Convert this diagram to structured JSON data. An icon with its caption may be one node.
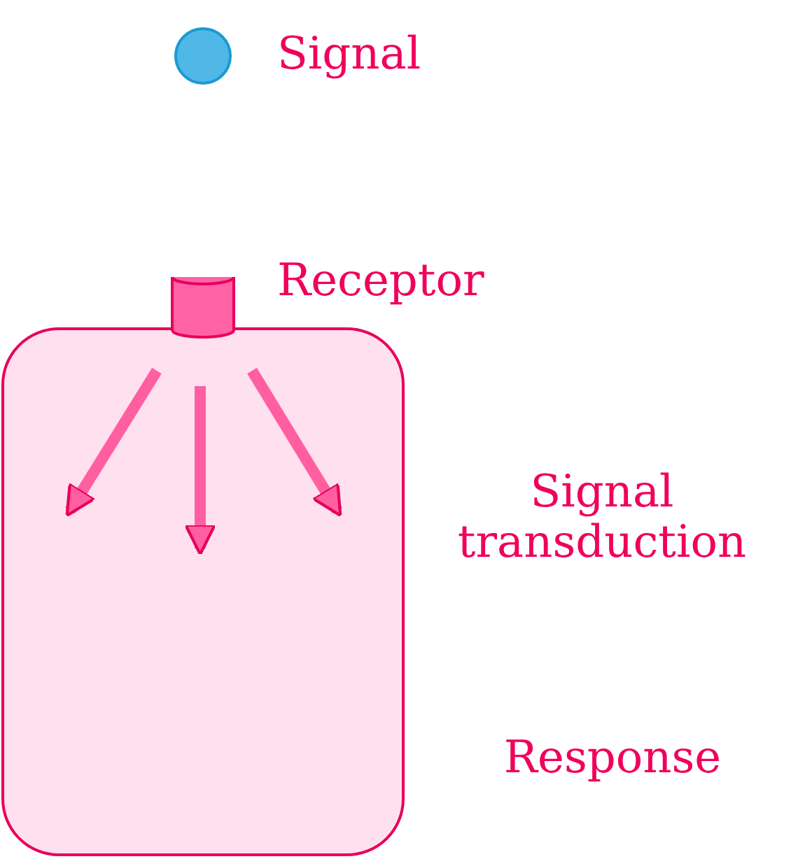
{
  "diagram": {
    "nodes": [
      {
        "text": [],
        "shape": "circle",
        "beside": [
          "Signal"
        ]
      },
      {
        "text": [],
        "shape": "cylinder",
        "beside": [
          "Receptor"
        ]
      },
      {
        "text": [],
        "shape": "box"
      }
    ],
    "labels": [
      "Signal transduction",
      "Response"
    ]
  }
}
